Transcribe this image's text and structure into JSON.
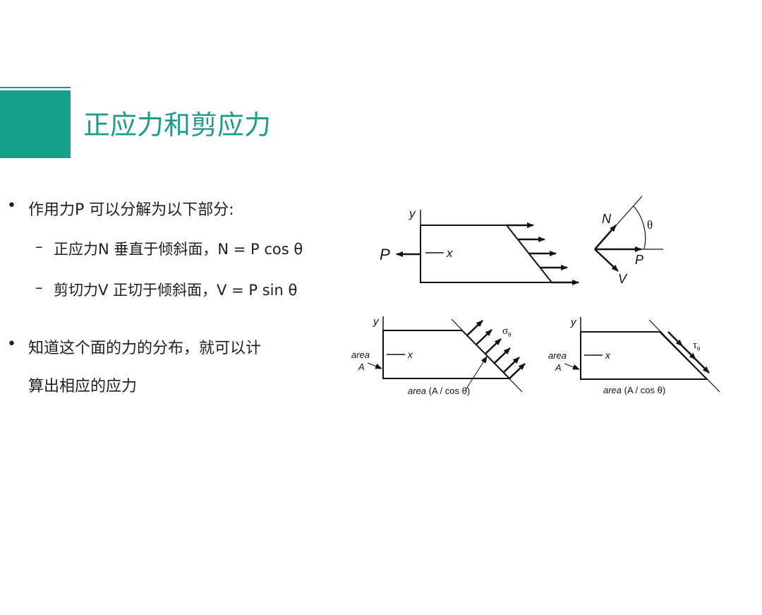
{
  "slide": {
    "title": "正应力和剪应力",
    "bullets": [
      {
        "mark": "•",
        "text": "作用力P 可以分解为以下部分:",
        "subs": [
          {
            "mark": "–",
            "text": "正应力N 垂直于倾斜面，N = P cos θ"
          },
          {
            "mark": "–",
            "text": "剪切力V 正切于倾斜面，V = P sin θ"
          }
        ]
      },
      {
        "mark": "•",
        "lines": [
          "知道这个面的力的分布，就可以计",
          "算出相应的应力"
        ]
      }
    ]
  },
  "figure": {
    "top_block": {
      "y_label": "y",
      "x_label": "x",
      "force_label": "P"
    },
    "vector": {
      "n_label": "N",
      "v_label": "V",
      "p_label": "P",
      "angle_label": "θ"
    },
    "normal_block": {
      "y_label": "y",
      "x_label": "x",
      "area_label_1": "area",
      "area_label_2": "A",
      "stress_label": "σ",
      "stress_sub": "θ",
      "area_bottom_italic": "area",
      "area_bottom_rest": "(A / cos θ)"
    },
    "shear_block": {
      "y_label": "y",
      "x_label": "x",
      "area_label_1": "area",
      "area_label_2": "A",
      "stress_label": "τ",
      "stress_sub": "θ",
      "area_bottom_italic": "area",
      "area_bottom_rest": "(A / cos θ)"
    }
  },
  "colors": {
    "accent": "#17a08c",
    "title": "#1a9c8a"
  }
}
